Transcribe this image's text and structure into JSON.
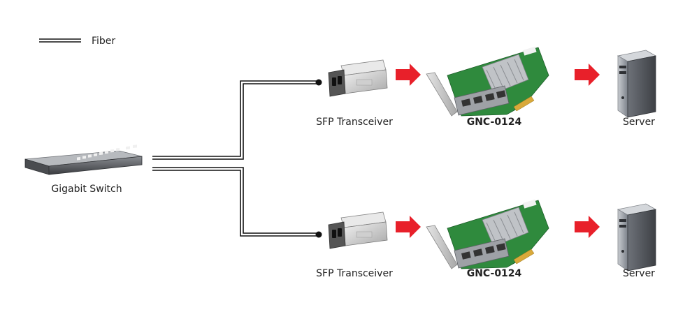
{
  "legend": {
    "fiber_label": "Fiber"
  },
  "switch": {
    "label": "Gigabit Switch",
    "icon": "network-switch-icon"
  },
  "rows": [
    {
      "transceiver_label": "SFP Transceiver",
      "card_label": "GNC-0124",
      "server_label": "Server"
    },
    {
      "transceiver_label": "SFP Transceiver",
      "card_label": "GNC-0124",
      "server_label": "Server"
    }
  ],
  "colors": {
    "arrow": "#e8202a",
    "fiber": "#111111",
    "card_pcb": "#2f8a3d",
    "bracket": "#c9c9c9",
    "server_body": "#9a9ea5"
  }
}
